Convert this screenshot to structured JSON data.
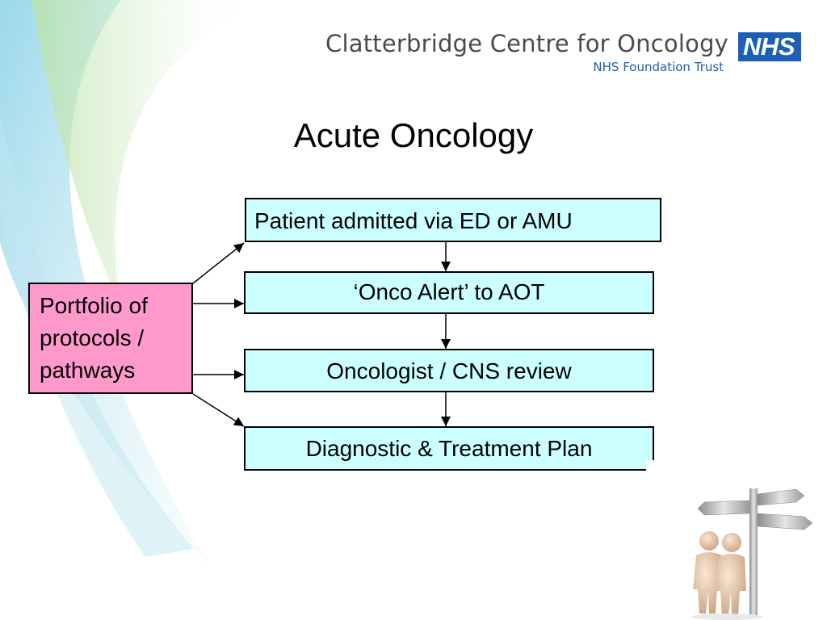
{
  "header": {
    "org_name": "Clatterbridge Centre for Oncology",
    "trust_name": "NHS Foundation Trust",
    "nhs_badge": "NHS"
  },
  "title": "Acute Oncology",
  "flow": {
    "steps": [
      "Patient admitted via ED or AMU",
      "‘Onco Alert’ to AOT",
      "Oncologist / CNS review",
      "Diagnostic & Treatment Plan"
    ],
    "portfolio_lines": [
      "Portfolio of",
      "protocols /",
      "pathways"
    ]
  },
  "colors": {
    "step_fill": "#ccffff",
    "portfolio_fill": "#ff99cc",
    "nhs_blue": "#1d5fb6"
  },
  "icons": [
    "signpost-people-icon"
  ]
}
